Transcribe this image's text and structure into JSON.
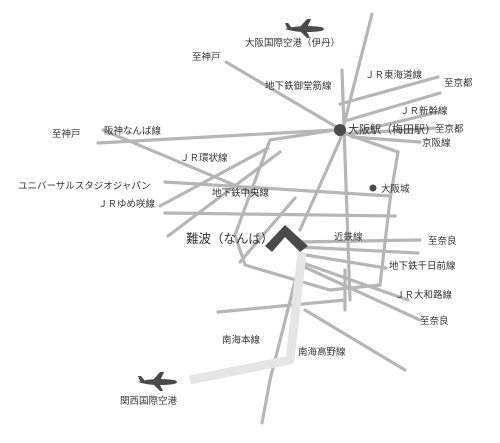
{
  "colors": {
    "line": "#b6b6b6",
    "line_dark": "#6f6f6f",
    "nankai": "#e6e6e6",
    "marker": "#4a4a4a",
    "text": "#333333"
  },
  "icons": {
    "airport_top": "airplane-icon",
    "airport_bottom": "airplane-icon",
    "osaka_station": "station-dot-icon",
    "namba": "chevron-up-icon",
    "osaka_castle": "dot-icon"
  },
  "labels": {
    "itami": "大阪国際空港（伊丹）",
    "shikobe_top": "至神戸",
    "midosuji": "地下鉄御堂筋線",
    "tokaido": "ＪＲ東海道線",
    "shikyoto_top": "至京都",
    "shinkansen": "ＪＲ新幹線",
    "shikobe_mid": "至神戸",
    "hanshin": "阪神なんば線",
    "osaka_station": "大阪駅（梅田駅）",
    "shikyoto_mid": "至京都",
    "keihan": "京阪線",
    "kanjo": "ＪＲ環状線",
    "usj": "ユニバーサルスタジオジャパン",
    "osakajo": "大阪城",
    "yumesaki": "ＪＲゆめ咲線",
    "chuo": "地下鉄中央線",
    "namba": "難波（なんば）",
    "kintetsu": "近鉄線",
    "shinara_top": "至奈良",
    "sennichimae": "地下鉄千日前線",
    "yamatoji": "ＪＲ大和路線",
    "shinara_bottom": "至奈良",
    "nankai_main": "南海本線",
    "nankai_koya": "南海高野線",
    "kansai_airport": "関西国際空港"
  }
}
